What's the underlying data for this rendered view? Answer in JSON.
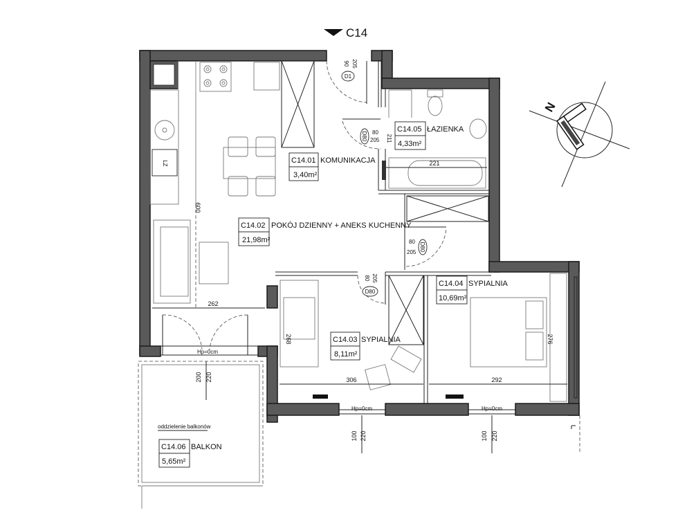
{
  "marker": {
    "label": "C14"
  },
  "rooms": [
    {
      "id": "C14.01",
      "name": "KOMUNIKACJA",
      "area": "3,40m²"
    },
    {
      "id": "C14.02",
      "name": "POKÓJ DZIENNY + ANEKS KUCHENNY",
      "area": "21,98m²"
    },
    {
      "id": "C14.03",
      "name": "SYPIALNIA",
      "area": "8,11m²"
    },
    {
      "id": "C14.04",
      "name": "SYPIALNIA",
      "area": "10,69m²"
    },
    {
      "id": "C14.05",
      "name": "ŁAZIENKA",
      "area": "4,33m²"
    },
    {
      "id": "C14.06",
      "name": "BALKON",
      "area": "5,65m²"
    }
  ],
  "doors": {
    "entrance": {
      "code": "D1",
      "w": "90",
      "h": "205"
    },
    "bathroom": {
      "code": "D80",
      "w": "80",
      "h": "205",
      "wall": "211"
    },
    "bed_left": {
      "code": "D80",
      "w": "80",
      "h": "205"
    },
    "bed_right": {
      "code": "D80",
      "w": "80",
      "h": "205"
    }
  },
  "dimensions": {
    "living_height": "600",
    "living_width": "262",
    "bath_tub": "221",
    "bed_left_height": "268",
    "bed_left_width": "306",
    "bed_right_height": "276",
    "bed_right_width": "292",
    "balcony_door_w": "200",
    "balcony_door_h": "220",
    "window_left_w": "100",
    "window_left_h": "220",
    "window_right_w": "100",
    "window_right_h": "220"
  },
  "sill": {
    "balcony": "Hp=0cm",
    "bed_left": "Hp=0cm",
    "bed_right": "Hp=0cm"
  },
  "notes": {
    "balcony_separation": "oddzielenie balkonów",
    "fridge": "LZ"
  },
  "compass": {
    "north": "N"
  }
}
